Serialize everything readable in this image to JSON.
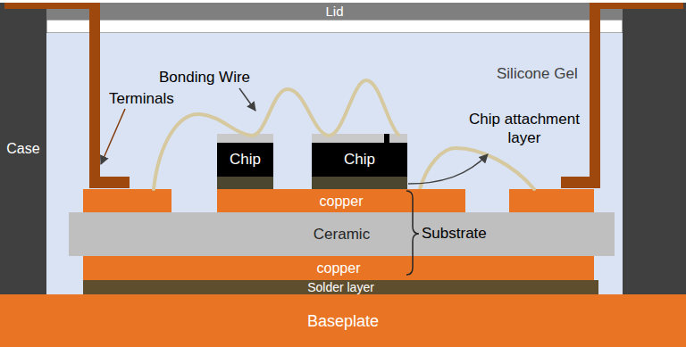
{
  "diagram": {
    "nodes": [
      {
        "text": [
          "Lid"
        ]
      },
      {
        "text": [
          "Case"
        ]
      },
      {
        "text": [
          "Silicone Gel"
        ]
      },
      {
        "text": [
          "Chip"
        ],
        "in": 2
      },
      {
        "text": [
          "Chip"
        ],
        "in": 2
      },
      {
        "text": [
          "copper"
        ],
        "in": 2
      },
      {
        "text": [
          "Ceramic"
        ],
        "in": 2
      },
      {
        "text": [
          "copper"
        ],
        "in": 2
      },
      {
        "text": [
          "Solder layer"
        ],
        "in": 2
      },
      {
        "text": [
          "Baseplate"
        ]
      }
    ],
    "labels": [
      "Terminals",
      "Bonding Wire",
      "Chip attachment layer",
      "Substrate"
    ]
  }
}
